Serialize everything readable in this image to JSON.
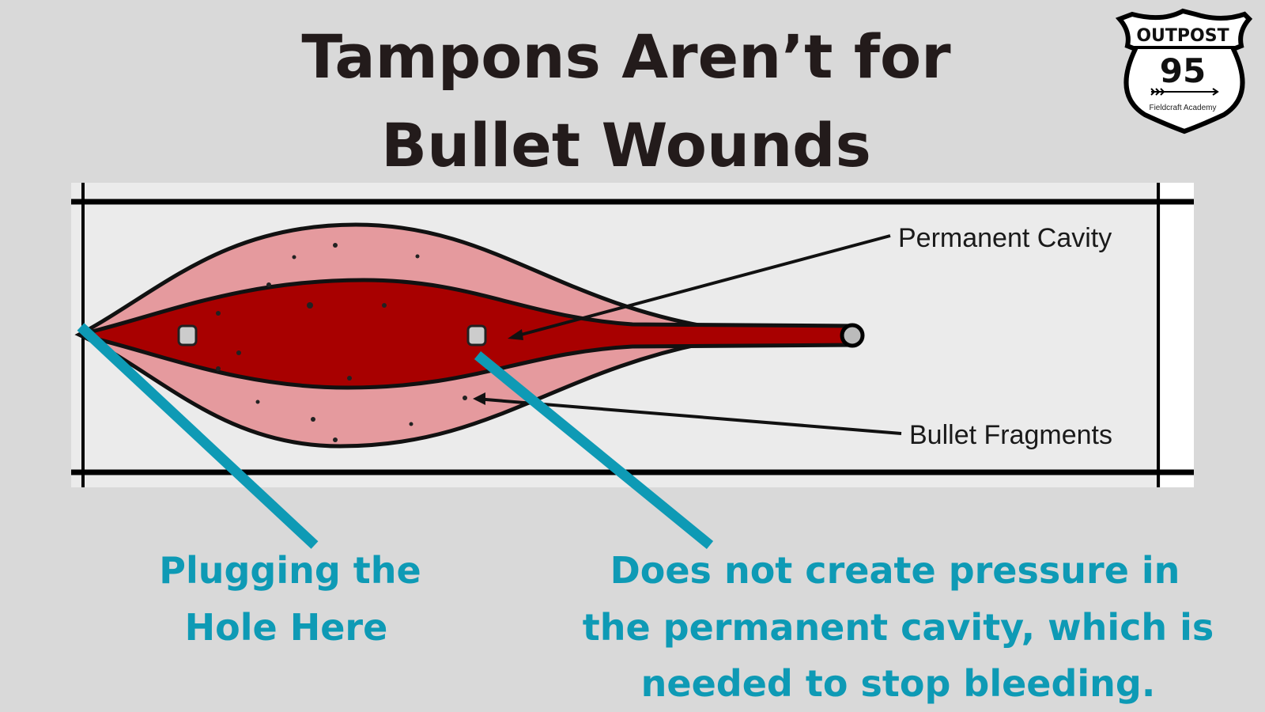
{
  "title": {
    "line1": "Tampons Aren’t for",
    "line2": "Bullet Wounds"
  },
  "logo": {
    "top": "OUTPOST",
    "number": "95",
    "subtitle": "Fieldcraft Academy"
  },
  "diagram": {
    "labels": {
      "permanent_cavity": "Permanent Cavity",
      "bullet_fragments": "Bullet Fragments"
    }
  },
  "captions": {
    "left": [
      "Plugging the",
      "Hole Here"
    ],
    "right": [
      "Does not create pressure in",
      "the permanent cavity, which is",
      "needed to stop bleeding."
    ]
  },
  "colors": {
    "accent": "#0e9ab5",
    "title": "#231b1b",
    "cavity": "#a80000",
    "tissue": "#e59a9e",
    "background": "#d9d9d9"
  }
}
